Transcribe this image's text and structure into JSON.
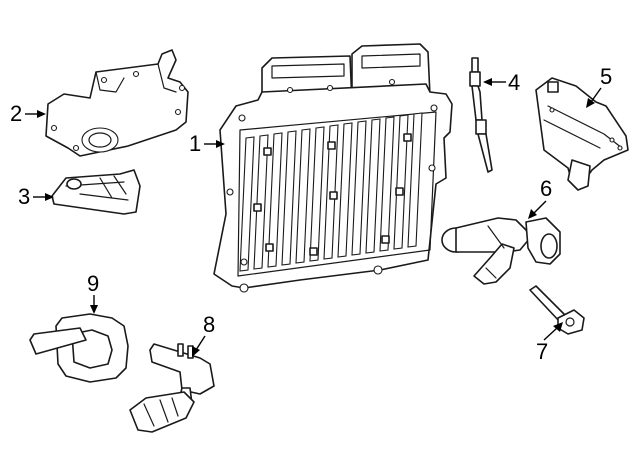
{
  "diagram": {
    "line_color": "#1a1a1a",
    "background": "#ffffff",
    "callouts": {
      "c1": "1",
      "c2": "2",
      "c3": "3",
      "c4": "4",
      "c5": "5",
      "c6": "6",
      "c7": "7",
      "c8": "8",
      "c9": "9"
    }
  }
}
